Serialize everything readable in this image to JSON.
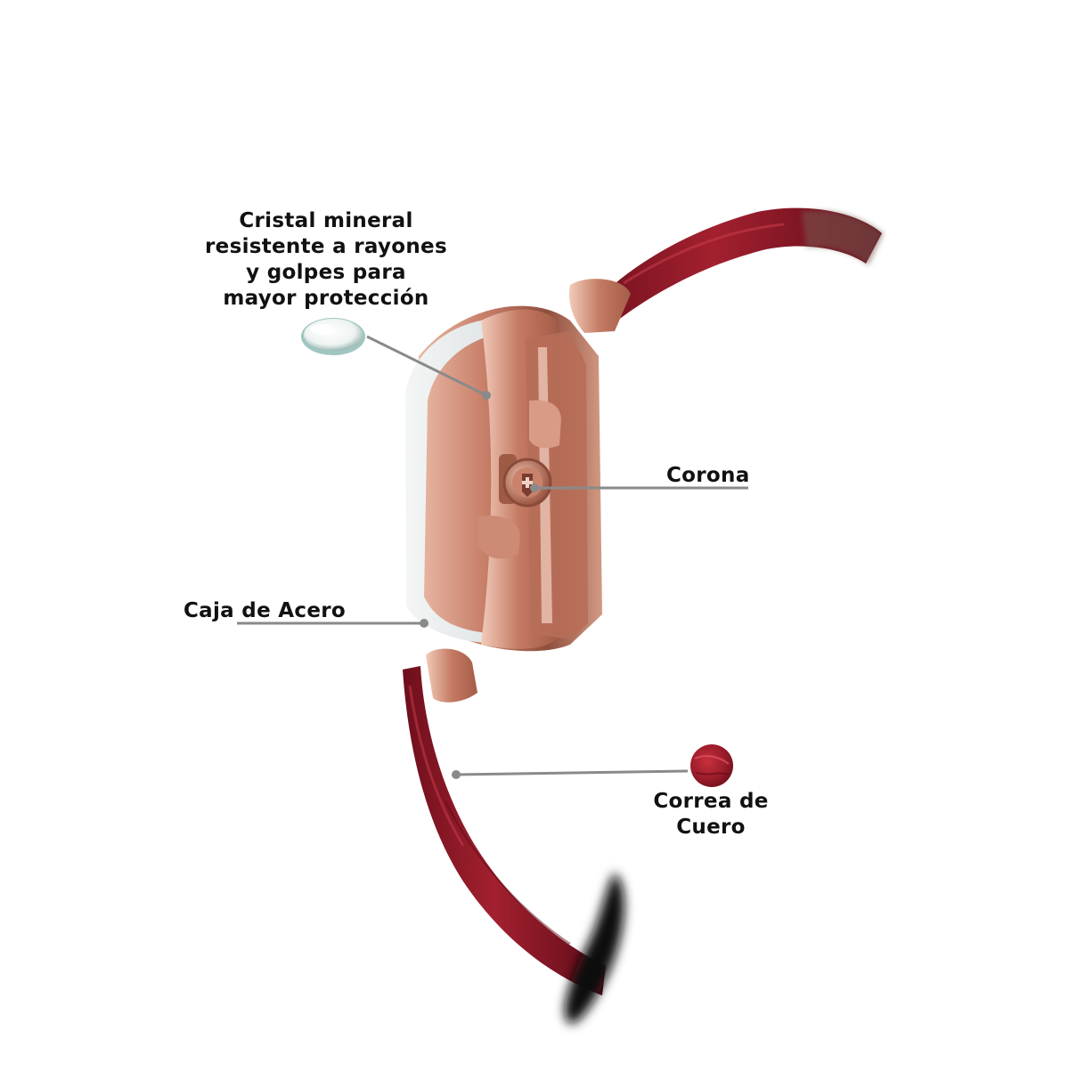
{
  "callouts": {
    "crystal": {
      "lines": [
        "Cristal mineral",
        "resistente a rayones",
        "y golpes para",
        "mayor protección"
      ]
    },
    "crown": {
      "label": "Corona"
    },
    "case": {
      "label": "Caja de Acero"
    },
    "strap": {
      "lines": [
        "Correa de",
        "Cuero"
      ]
    }
  },
  "colors": {
    "background": "#ffffff",
    "case_rose_gold": "#c8806a",
    "strap_red": "#8e1b2a",
    "leader_line": "#8a8a8a",
    "text": "#111111"
  },
  "icons": {
    "crystal_swatch": "mineral-crystal-disc",
    "strap_swatch": "red-leather-disc",
    "crown_logo": "cross-shield-logo"
  }
}
